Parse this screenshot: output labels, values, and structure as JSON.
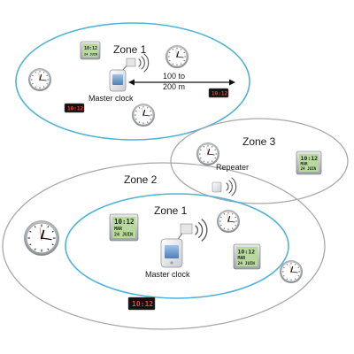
{
  "zones": {
    "top_zone_1": "Zone 1",
    "zone_2": "Zone 2",
    "zone_3": "Zone 3",
    "inner_zone_1": "Zone 1"
  },
  "labels": {
    "master_clock_top": "Master clock",
    "master_clock_bottom": "Master clock",
    "repeater": "Repeater",
    "distance_line1": "100 to",
    "distance_line2": "200 m"
  },
  "lcd": {
    "time": "10:12",
    "month": "MAR",
    "date": "24 JUIN"
  },
  "led": {
    "time": "10:12"
  },
  "colors": {
    "zone1_border": "#4fb3d6",
    "outer_border": "#a8a8a8",
    "lcd_screen": "#b9d8a0",
    "led_background": "#111111",
    "led_digits": "#ff3a2a"
  }
}
